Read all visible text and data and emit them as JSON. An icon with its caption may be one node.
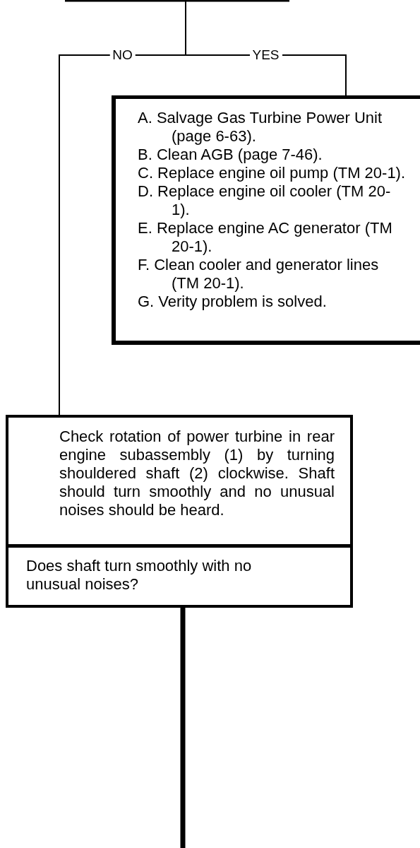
{
  "diagram": {
    "nodes": [
      {
        "text": [
          "A. Salvage Gas Turbine Power Unit (page 6-63).",
          "B. Clean AGB (page 7-46).",
          "C. Replace engine oil pump (TM 20-1).",
          "D. Replace engine oil cooler (TM 20-1).",
          "E. Replace engine AC generator (TM 20-1).",
          "F. Clean cooler and generator lines (TM 20-1).",
          "G. Verity problem is solved."
        ]
      },
      {
        "text": [
          "Check rotation of power turbine in rear engine subassembly (1) by turning shouldered shaft (2) clockwise. Shaft should turn smoothly and no unusual noises should be heard.",
          "Does shaft turn smoothly with no unusual noises?"
        ]
      }
    ],
    "edges": [
      {
        "from": null,
        "to": 0,
        "arrow": "none",
        "label": "YES"
      },
      {
        "from": null,
        "to": 1,
        "arrow": "none",
        "label": "NO"
      },
      {
        "from": 1,
        "to": null,
        "arrow": "none",
        "style": "thick"
      }
    ]
  }
}
